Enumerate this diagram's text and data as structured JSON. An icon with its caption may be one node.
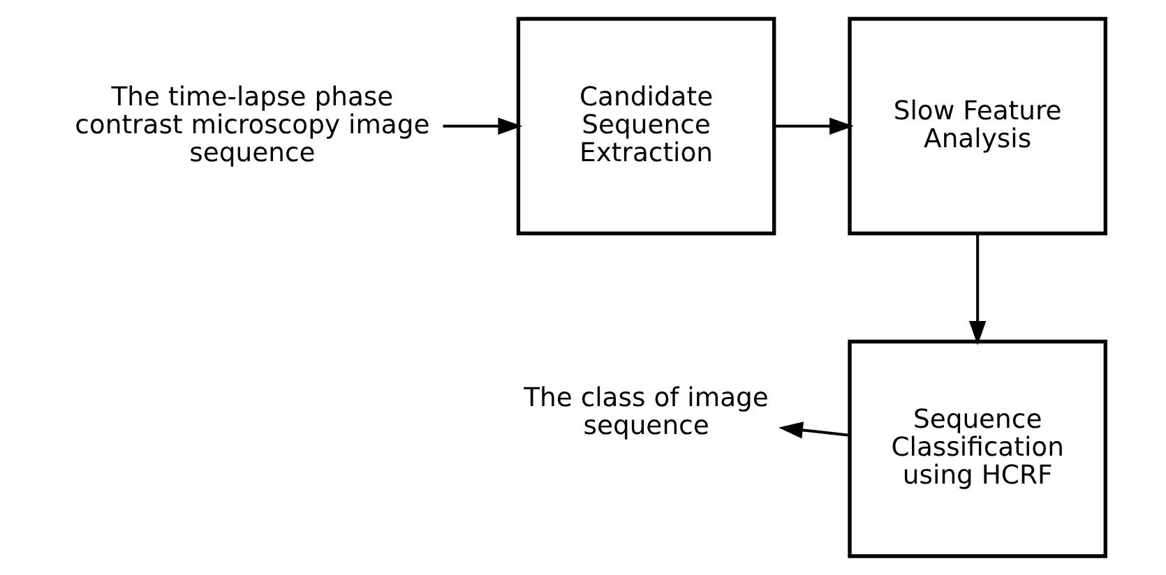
{
  "diagram": {
    "nodes": [
      {
        "text": [
          "The time-lapse phase contrast microscopy image sequence"
        ]
      },
      {
        "text": [
          "Candidate Sequence Extraction"
        ]
      },
      {
        "text": [
          "Slow Feature Analysis"
        ]
      },
      {
        "text": [
          "Sequence Classification using HCRF"
        ]
      },
      {
        "text": [
          "The class of image sequence"
        ]
      }
    ],
    "edges": [
      {
        "from": 0,
        "to": 1,
        "arrow": "to"
      },
      {
        "from": 1,
        "to": 2,
        "arrow": "to"
      },
      {
        "from": 2,
        "to": 3,
        "arrow": "to"
      },
      {
        "from": 3,
        "to": 4,
        "arrow": "to"
      }
    ]
  }
}
